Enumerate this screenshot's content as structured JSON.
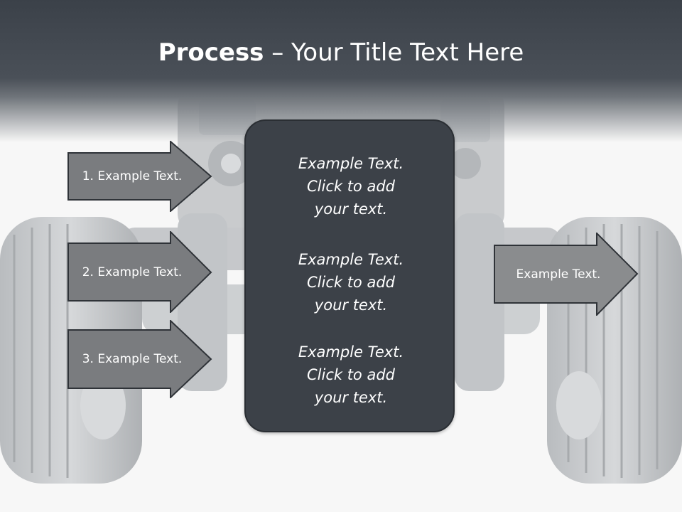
{
  "slide": {
    "title_bold": "Process",
    "title_rest": " – Your Title Text Here",
    "arrows_left": [
      {
        "label": "1. Example Text."
      },
      {
        "label": "2. Example Text."
      },
      {
        "label": "3. Example Text."
      }
    ],
    "arrow_right": {
      "label": "Example Text."
    },
    "center_blocks": [
      {
        "line1": "Example Text.",
        "line2": "Click  to add",
        "line3": "your text."
      },
      {
        "line1": "Example Text.",
        "line2": "Click  to add",
        "line3": "your text."
      },
      {
        "line1": "Example Text.",
        "line2": "Click  to add",
        "line3": "your text."
      }
    ]
  },
  "colors": {
    "header": "#3b4149",
    "arrow_fill": "#7a7c7f",
    "arrow_fill_right": "#8a8c8e",
    "arrow_stroke": "#2f3338",
    "center_box": "#3c4148"
  }
}
